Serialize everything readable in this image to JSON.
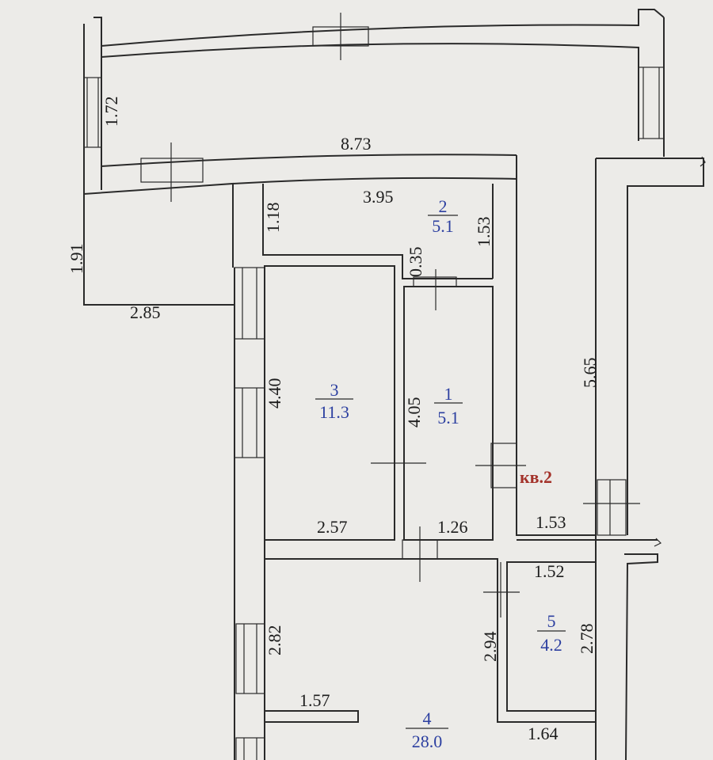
{
  "plan": {
    "apartment_label": "кв.2",
    "rooms": [
      {
        "number": "1",
        "area": "5.1"
      },
      {
        "number": "2",
        "area": "5.1"
      },
      {
        "number": "3",
        "area": "11.3"
      },
      {
        "number": "4",
        "area": "28.0"
      },
      {
        "number": "5",
        "area": "4.2"
      }
    ],
    "dimensions": {
      "d_1_72": "1.72",
      "d_8_73": "8.73",
      "d_1_91": "1.91",
      "d_2_85": "2.85",
      "d_1_18": "1.18",
      "d_3_95": "3.95",
      "d_1_53_top": "1.53",
      "d_0_35": "0.35",
      "d_4_40": "4.40",
      "d_4_05": "4.05",
      "d_5_65": "5.65",
      "d_2_57": "2.57",
      "d_1_26": "1.26",
      "d_1_53_bottom": "1.53",
      "d_1_52": "1.52",
      "d_2_82": "2.82",
      "d_2_94": "2.94",
      "d_2_78": "2.78",
      "d_1_57": "1.57",
      "d_1_64": "1.64"
    }
  }
}
